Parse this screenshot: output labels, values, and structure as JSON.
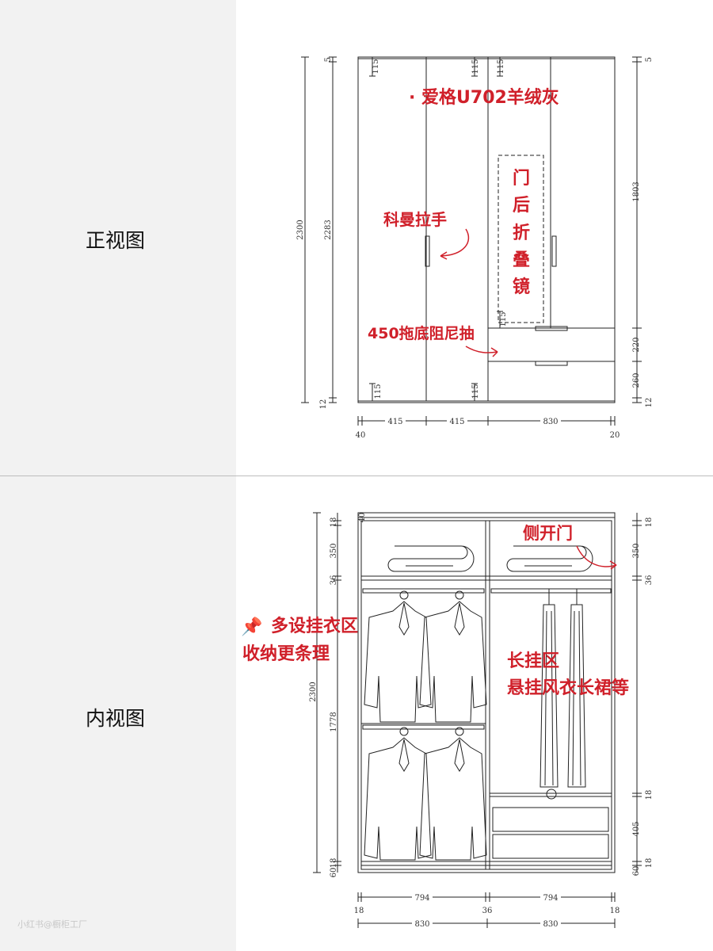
{
  "front_view": {
    "label": "正视图",
    "notes": {
      "material": "· 爱格U702羊绒灰",
      "handle": "科曼拉手",
      "mirror": [
        "门",
        "后",
        "折",
        "叠",
        "镜"
      ],
      "drawer": "450拖底阻尼抽"
    },
    "dims": {
      "total_height": "2300",
      "inner_height": "2283",
      "top_gap": "5",
      "bottom_gap": "12",
      "right_top": "5",
      "right_door": "1803",
      "right_drawer1": "220",
      "right_drawer2": "260",
      "right_bottom": "12",
      "handle_offset": "115",
      "w1": "415",
      "w2": "415",
      "w3": "830",
      "left_side": "40",
      "right_side": "20"
    }
  },
  "inner_view": {
    "label": "内视图",
    "notes": {
      "side_door": "侧开门",
      "hanging_pin": "📌",
      "hanging_line1": "多设挂衣区",
      "hanging_line2": "收纳更条理",
      "long_line1": "长挂区",
      "long_line2": "悬挂风衣长裙等"
    },
    "dims": {
      "top_board": "18",
      "top_space": "350",
      "shelf": "36",
      "total": "2300",
      "hanging": "1778",
      "bottom_board": "18",
      "plinth": "60",
      "top_rail": "40",
      "r_top": "18",
      "r_space": "350",
      "r_shelf": "36",
      "r_drawer_top": "18",
      "r_drawer": "405",
      "r_bottom": "18",
      "r_plinth": "60",
      "inner_w1": "794",
      "inner_w2": "794",
      "side_left": "18",
      "middle": "36",
      "side_right": "18",
      "outer_w1": "830",
      "outer_w2": "830"
    }
  },
  "watermark": "小红书@橱柜工厂"
}
